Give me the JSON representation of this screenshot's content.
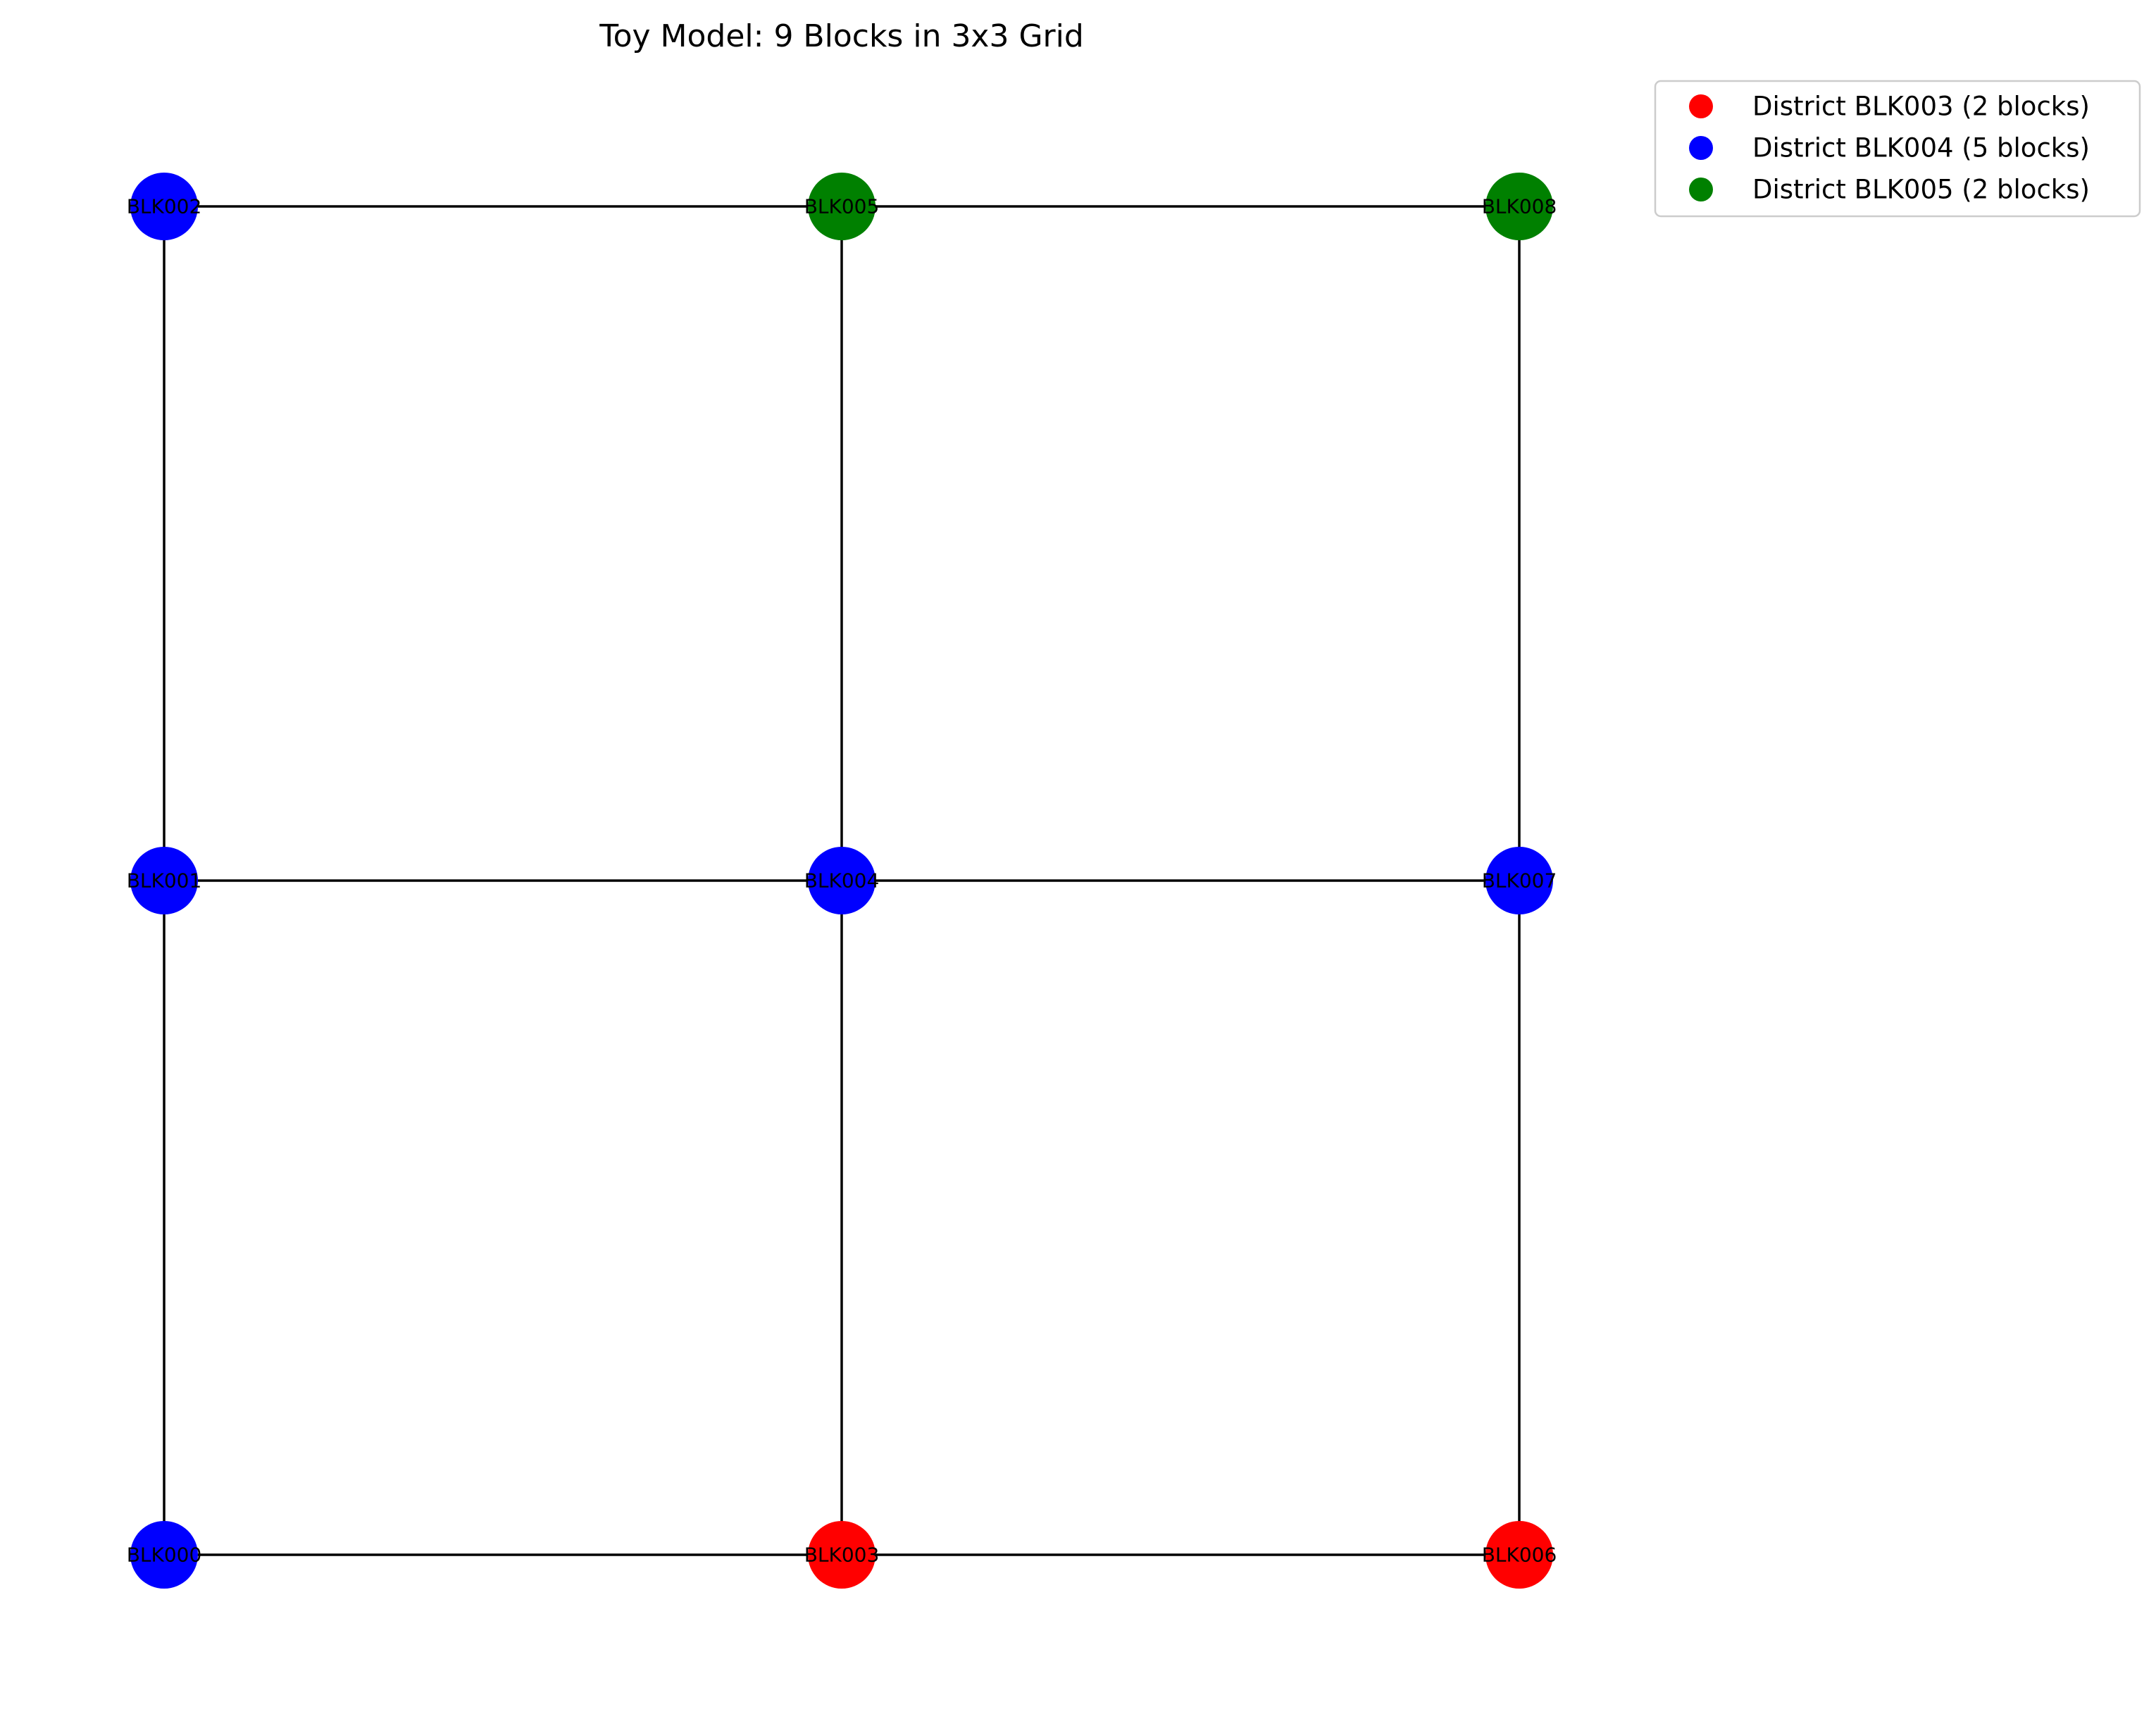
{
  "title": "Toy Model: 9 Blocks in 3x3 Grid",
  "colors": {
    "red": "#ff0000",
    "blue": "#0000ff",
    "green": "#008000",
    "edge": "#000000",
    "legend_border": "#cccccc"
  },
  "nodes": [
    {
      "id": "BLK000",
      "label": "BLK000",
      "col": 0,
      "row": 0,
      "district": "blue"
    },
    {
      "id": "BLK001",
      "label": "BLK001",
      "col": 0,
      "row": 1,
      "district": "blue"
    },
    {
      "id": "BLK002",
      "label": "BLK002",
      "col": 0,
      "row": 2,
      "district": "blue"
    },
    {
      "id": "BLK003",
      "label": "BLK003",
      "col": 1,
      "row": 0,
      "district": "red"
    },
    {
      "id": "BLK004",
      "label": "BLK004",
      "col": 1,
      "row": 1,
      "district": "blue"
    },
    {
      "id": "BLK005",
      "label": "BLK005",
      "col": 1,
      "row": 2,
      "district": "green"
    },
    {
      "id": "BLK006",
      "label": "BLK006",
      "col": 2,
      "row": 0,
      "district": "red"
    },
    {
      "id": "BLK007",
      "label": "BLK007",
      "col": 2,
      "row": 1,
      "district": "blue"
    },
    {
      "id": "BLK008",
      "label": "BLK008",
      "col": 2,
      "row": 2,
      "district": "green"
    }
  ],
  "edges": [
    [
      "BLK000",
      "BLK001"
    ],
    [
      "BLK001",
      "BLK002"
    ],
    [
      "BLK003",
      "BLK004"
    ],
    [
      "BLK004",
      "BLK005"
    ],
    [
      "BLK006",
      "BLK007"
    ],
    [
      "BLK007",
      "BLK008"
    ],
    [
      "BLK000",
      "BLK003"
    ],
    [
      "BLK003",
      "BLK006"
    ],
    [
      "BLK001",
      "BLK004"
    ],
    [
      "BLK004",
      "BLK007"
    ],
    [
      "BLK002",
      "BLK005"
    ],
    [
      "BLK005",
      "BLK008"
    ]
  ],
  "legend": [
    {
      "label": "District BLK003 (2 blocks)",
      "district": "red"
    },
    {
      "label": "District BLK004 (5 blocks)",
      "district": "blue"
    },
    {
      "label": "District BLK005 (2 blocks)",
      "district": "green"
    }
  ]
}
